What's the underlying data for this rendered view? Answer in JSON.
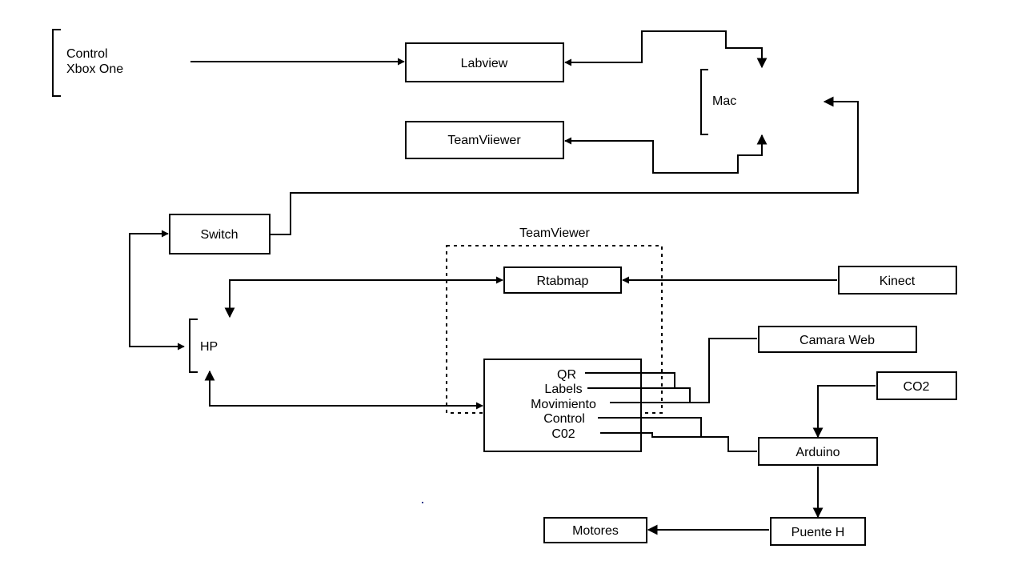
{
  "nodes": {
    "control_line1": "Control",
    "control_line2": "Xbox One",
    "labview": "Labview",
    "mac": "Mac",
    "teamviewer_box": "TeamViiewer",
    "switch": "Switch",
    "teamviewer_group": "TeamViewer",
    "rtabmap": "Rtabmap",
    "kinect": "Kinect",
    "hp": "HP",
    "camara_web": "Camara Web",
    "co2": "CO2",
    "arduino": "Arduino",
    "puente_h": "Puente H",
    "motores": "Motores"
  },
  "module_items": {
    "qr": "QR",
    "labels": "Labels",
    "movimiento": "Movimiento",
    "control": "Control",
    "c02": "C02"
  }
}
